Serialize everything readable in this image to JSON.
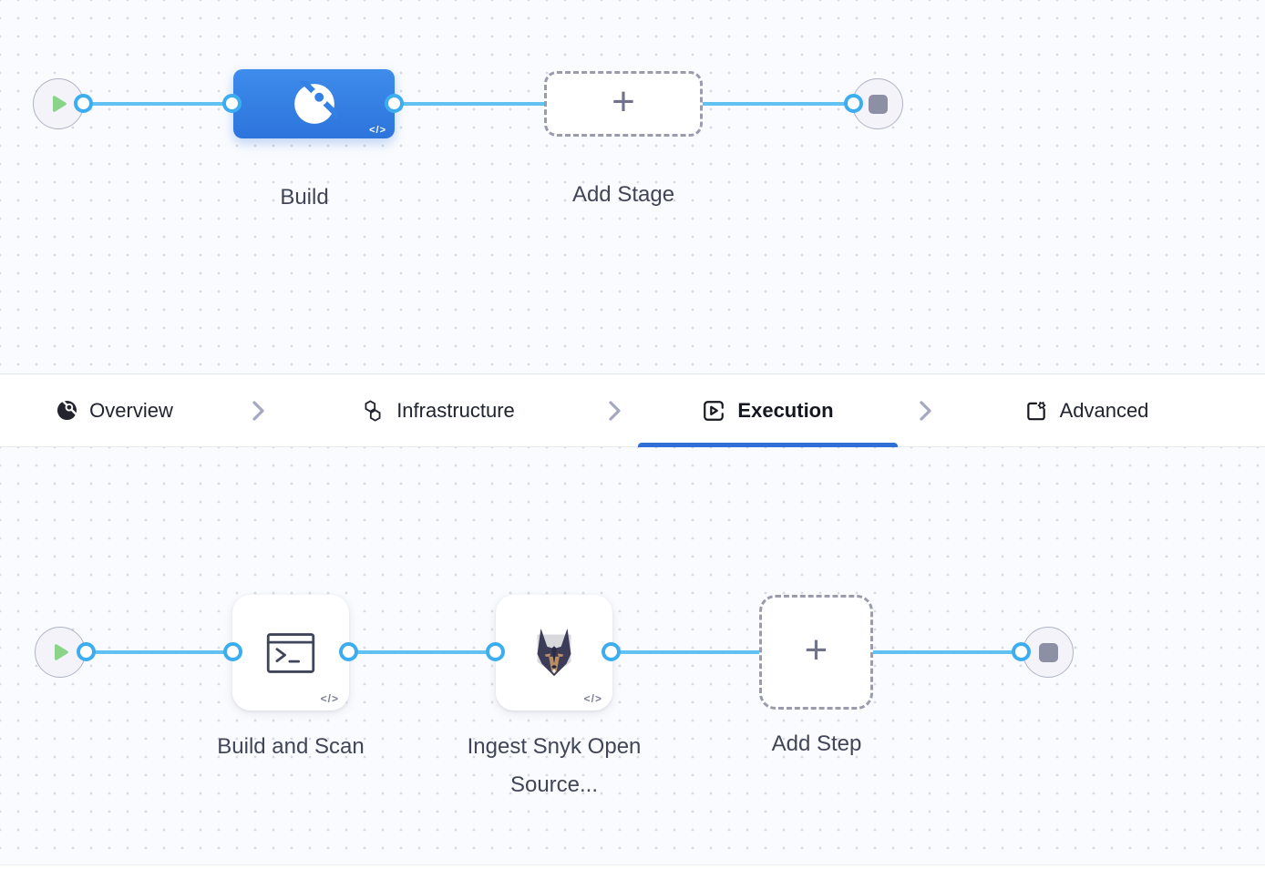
{
  "pipeline": {
    "stage_canvas": {
      "stage": {
        "label": "Build"
      },
      "add_stage": {
        "label": "Add Stage",
        "plus": "+"
      },
      "code_badge": "</>"
    },
    "tabbar": {
      "active_tab": "Execution",
      "tabs": [
        {
          "label": "Overview",
          "icon": "ci-overview-icon"
        },
        {
          "label": "Infrastructure",
          "icon": "infrastructure-hexagons-icon"
        },
        {
          "label": "Execution",
          "icon": "execution-play-icon"
        },
        {
          "label": "Advanced",
          "icon": "advanced-gear-icon"
        }
      ]
    },
    "step_canvas": {
      "steps": [
        {
          "label": "Build and Scan",
          "icon": "run-step-terminal-icon"
        },
        {
          "label": "Ingest Snyk Open Source...",
          "icon": "snyk-doberman-icon"
        }
      ],
      "add_step": {
        "label": "Add Step",
        "plus": "+"
      },
      "code_badge": "</>"
    },
    "colors": {
      "stage_blue": "#3381e6",
      "edge_blue": "#61c2f1",
      "connector_blue": "#3dadf1",
      "active_underline_blue": "#2f6fd6",
      "play_green": "#8ad48a",
      "stop_gray": "#8d8fa5"
    }
  }
}
